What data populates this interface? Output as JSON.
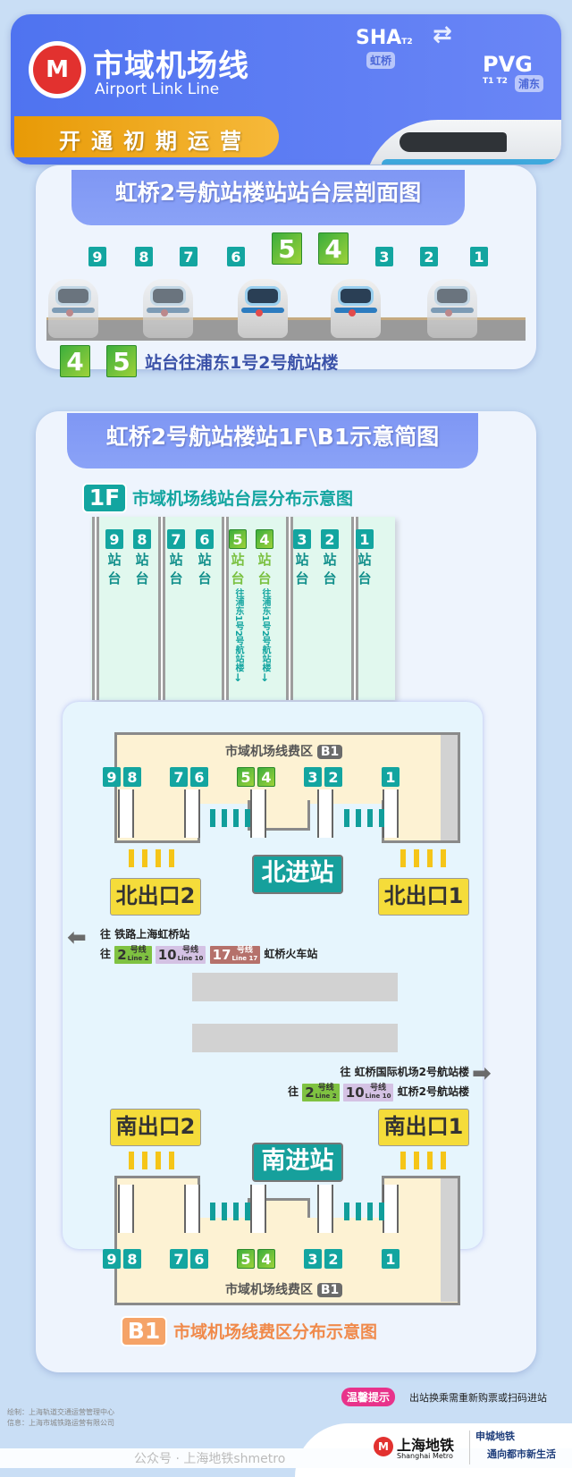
{
  "header": {
    "title": "市域机场线",
    "subtitle": "Airport Link Line",
    "ribbon": "开通初期运营",
    "logo": "上海地铁标志",
    "sha": "SHA",
    "sha_term": "T2",
    "sha_cn": "虹桥",
    "pvg": "PVG",
    "pvg_term": "T1 T2",
    "pvg_cn": "浦东"
  },
  "section1": {
    "title": "虹桥2号航站楼站站台层剖面图",
    "platforms": [
      "9",
      "8",
      "7",
      "6",
      "5",
      "4",
      "3",
      "2",
      "1"
    ],
    "legend_nums": [
      "4",
      "5"
    ],
    "legend_text": "站台往浦东1号2号航站楼"
  },
  "section2": {
    "title": "虹桥2号航站楼站1F\\B1示意简图",
    "f1_badge": "1F",
    "f1_title": "市域机场线站台层分布示意图",
    "platforms": [
      "9",
      "8",
      "7",
      "6",
      "5",
      "4",
      "3",
      "2",
      "1"
    ],
    "platform_label_1": "站",
    "platform_label_2": "台",
    "pudong_note": "往浦东1号2号航站楼",
    "fare_label": "市域机场线费区",
    "b1": "B1",
    "north_entry": "北进站",
    "north_exit_2": "北出口2",
    "north_exit_1": "北出口1",
    "south_entry": "南进站",
    "south_exit_2": "南出口2",
    "south_exit_1": "南出口1",
    "west_line1_to": "往",
    "west_line1": "铁路上海虹桥站",
    "west_line2_to": "往",
    "west_line2_dest": "虹桥火车站",
    "east_line1_to": "往",
    "east_line1": "虹桥国际机场2号航站楼",
    "east_line2_to": "往",
    "east_line2_dest": "虹桥2号航站楼",
    "lines": {
      "l2": "2",
      "l2cn": "号线",
      "l2en": "Line 2",
      "l10": "10",
      "l10cn": "号线",
      "l10en": "Line 10",
      "l17": "17",
      "l17cn": "号线",
      "l17en": "Line 17"
    },
    "b1_badge": "B1",
    "b1_title": "市域机场线费区分布示意图"
  },
  "footer": {
    "tip_badge": "温馨提示",
    "tip": "出站换乘需重新购票或扫码进站",
    "credit1": "绘制：上海轨道交通运营管理中心",
    "credit2": "信息：上海市城铁路运营有限公司",
    "brand_cn": "上海地铁",
    "brand_en": "Shanghai Metro",
    "slogan1": "申城地铁",
    "slogan2": "通向都市新生活",
    "watermark": "公众号 · 上海地铁shmetro"
  },
  "colors": {
    "teal": "#13a5a0",
    "green": "#3cae3c",
    "blue": "#4f73f0",
    "line2": "#7fc241",
    "line10": "#c9b3dc",
    "line17": "#b5716b"
  }
}
